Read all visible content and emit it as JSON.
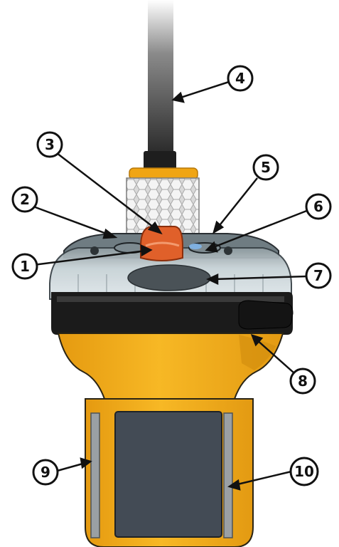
{
  "diagram": {
    "callouts": [
      {
        "id": 1,
        "label": "1"
      },
      {
        "id": 2,
        "label": "2"
      },
      {
        "id": 3,
        "label": "3"
      },
      {
        "id": 4,
        "label": "4"
      },
      {
        "id": 5,
        "label": "5"
      },
      {
        "id": 6,
        "label": "6"
      },
      {
        "id": 7,
        "label": "7"
      },
      {
        "id": 8,
        "label": "8"
      },
      {
        "id": 9,
        "label": "9"
      },
      {
        "id": 10,
        "label": "10"
      }
    ]
  },
  "colors": {
    "body_yellow": "#f5b21a",
    "body_shadow": "#d48e0c",
    "collar_black": "#1b1b1b",
    "antenna_dark": "#2b2b2b",
    "screen_gray": "#434b55",
    "release_orange": "#e0602a",
    "dome_clear": "#c9d4d8",
    "side_strip": "#9aa0a4"
  }
}
